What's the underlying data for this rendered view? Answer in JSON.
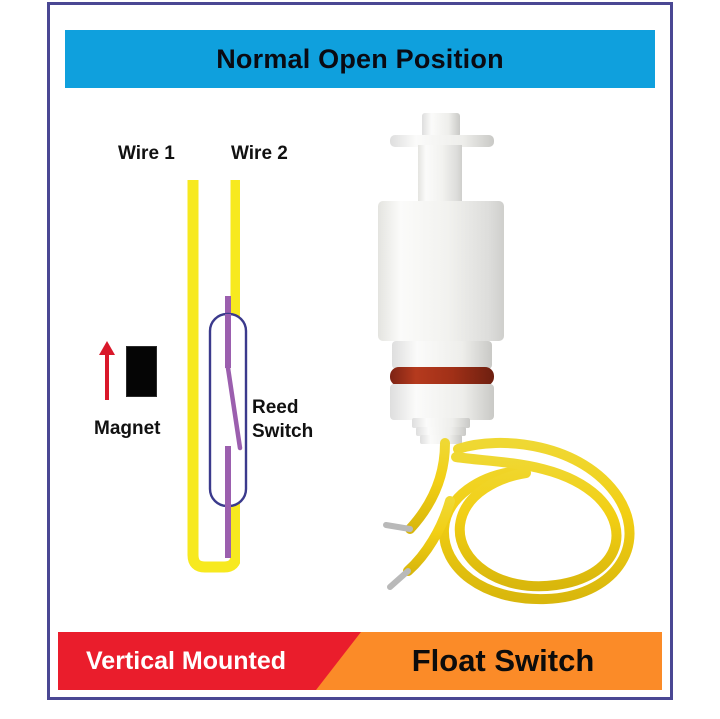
{
  "header": {
    "title": "Normal Open Position",
    "banner_color": "#0fa0dd",
    "text_color": "#0a0a12"
  },
  "frame": {
    "border_color": "#4a4793"
  },
  "diagram": {
    "wire1_label": "Wire 1",
    "wire2_label": "Wire 2",
    "magnet_label": "Magnet",
    "reed_label_line1": "Reed",
    "reed_label_line2": "Switch",
    "wire_color": "#f7e91f",
    "contact_color": "#9b5fae",
    "capsule_color": "#3b3a8c",
    "magnet_color": "#050505",
    "arrow_color": "#d9182a"
  },
  "photo": {
    "body_color": "#f4f4f2",
    "oring_color": "#a4301c",
    "cable_color": "#f2d21c",
    "lead_color": "#c9c9c9",
    "alt": "white plastic vertical float switch with yellow coiled twin-lead cable"
  },
  "footer": {
    "left_label": "Vertical Mounted",
    "right_label": "Float Switch",
    "left_color": "#ea1d2c",
    "right_color": "#fb8b28",
    "left_text_color": "#ffffff",
    "right_text_color": "#0c0c0c"
  }
}
